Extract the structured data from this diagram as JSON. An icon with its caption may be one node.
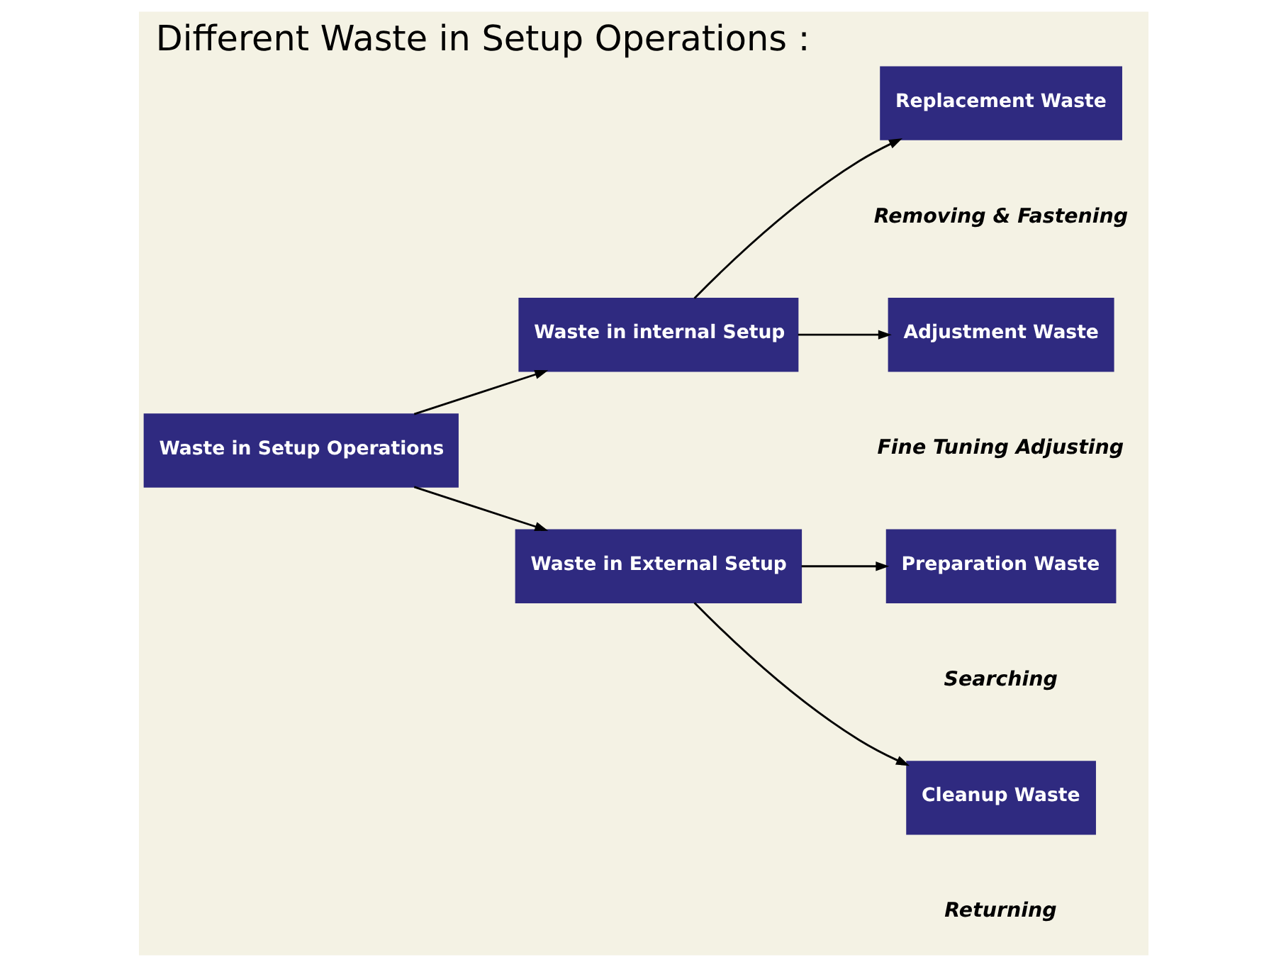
{
  "diagram": {
    "title": "Different Waste in Setup Operations :",
    "nodes": [
      {
        "text": [
          "Waste in Setup Operations"
        ]
      },
      {
        "text": [
          "Waste in internal Setup"
        ]
      },
      {
        "text": [
          "Waste in External Setup"
        ]
      },
      {
        "text": [
          "Replacement Waste"
        ],
        "beside": [
          "Removing & Fastening"
        ]
      },
      {
        "text": [
          "Adjustment Waste"
        ],
        "beside": [
          "Fine Tuning Adjusting"
        ]
      },
      {
        "text": [
          "Preparation Waste"
        ],
        "beside": [
          "Searching"
        ]
      },
      {
        "text": [
          "Cleanup Waste"
        ],
        "beside": [
          "Returning"
        ]
      }
    ],
    "edges": [
      {
        "from": 0,
        "to": 1,
        "arrow": "to"
      },
      {
        "from": 0,
        "to": 2,
        "arrow": "to"
      },
      {
        "from": 1,
        "to": 3,
        "arrow": "to"
      },
      {
        "from": 1,
        "to": 4,
        "arrow": "to"
      },
      {
        "from": 2,
        "to": 5,
        "arrow": "to"
      },
      {
        "from": 2,
        "to": 6,
        "arrow": "to"
      }
    ]
  }
}
